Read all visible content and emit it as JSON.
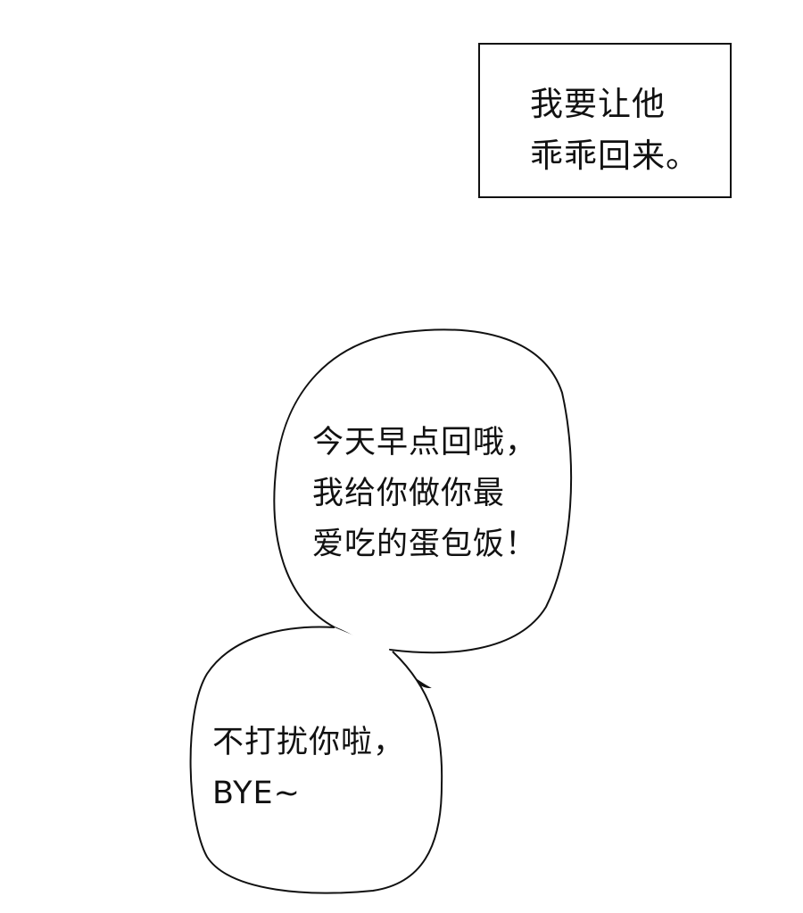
{
  "narration": {
    "lines": [
      "我要让他",
      "乖乖回来。"
    ]
  },
  "bubble_top": {
    "lines": [
      "今天早点回哦，",
      "我给你做你最",
      "爱吃的蛋包饭！"
    ]
  },
  "bubble_bottom": {
    "lines": [
      "不打扰你啦，",
      "BYE~"
    ]
  }
}
